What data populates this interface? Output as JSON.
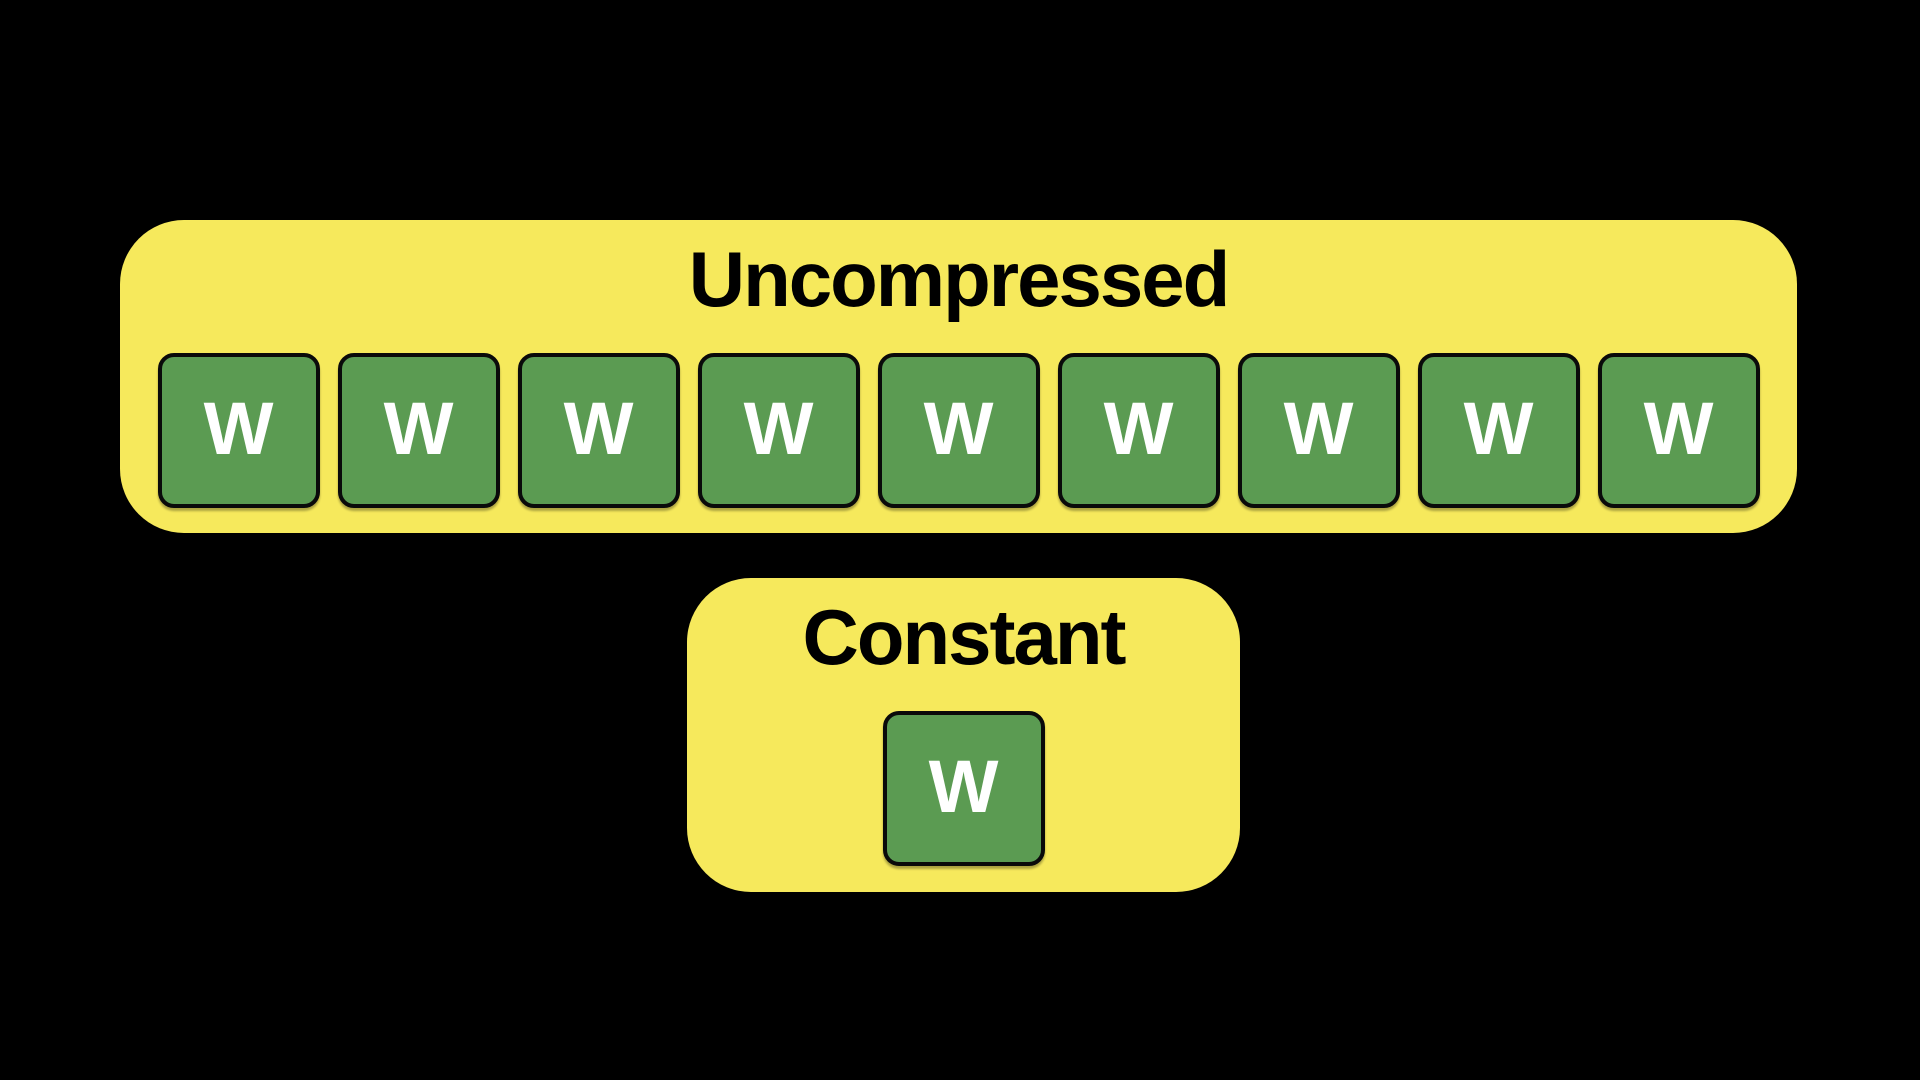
{
  "background_color": "#000000",
  "colors": {
    "panel_yellow": "#F6E95C",
    "token_green": "#5B9B52",
    "token_border": "#0A0A0A",
    "token_letter": "#FFFFFF",
    "label_text": "#000000"
  },
  "uncompressed_panel": {
    "label": "Uncompressed",
    "tokens": [
      "W",
      "W",
      "W",
      "W",
      "W",
      "W",
      "W",
      "W",
      "W"
    ]
  },
  "constant_panel": {
    "label": "Constant",
    "tokens": [
      "W"
    ]
  }
}
